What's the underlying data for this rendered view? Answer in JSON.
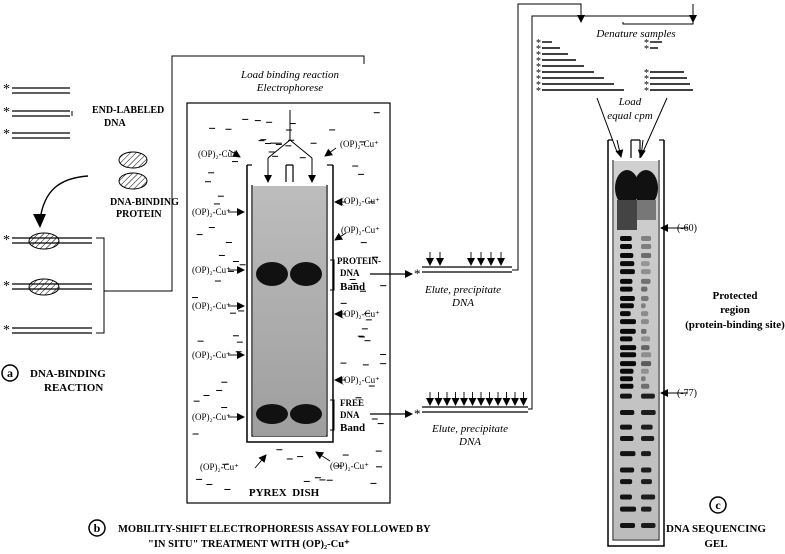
{
  "panel_a": {
    "circle_letter": "a",
    "end_labeled": [
      "END-LABELED",
      "DNA"
    ],
    "dna_binding_protein": [
      "DNA-BINDING",
      "PROTEIN"
    ],
    "caption": [
      "DNA-BINDING",
      "REACTION"
    ]
  },
  "panel_b": {
    "top_caption": [
      "Load binding reaction",
      "Electrophorese"
    ],
    "reagent": "(OP)₂-Cu⁺",
    "band_protein": [
      "PROTEIN-",
      "DNA",
      "Band"
    ],
    "band_free": [
      "FREE",
      "DNA",
      "Band"
    ],
    "dish": "PYREX  DISH",
    "circle_letter": "b",
    "caption": [
      "MOBILITY-SHIFT ELECTROPHORESIS ASSAY FOLLOWED BY",
      "\"IN SITU\" TREATMENT WITH (OP)₂-Cu⁺"
    ]
  },
  "elute": [
    "Elute, precipitate",
    "DNA"
  ],
  "panel_c": {
    "denature": "Denature samples",
    "load": [
      "Load",
      "equal cpm"
    ],
    "marker_top": "(-60)",
    "marker_bottom": "(-77)",
    "protected": [
      "Protected",
      "region",
      "(protein-binding site)"
    ],
    "circle_letter": "c",
    "caption": [
      "DNA SEQUENCING",
      "GEL"
    ]
  },
  "star": "*"
}
